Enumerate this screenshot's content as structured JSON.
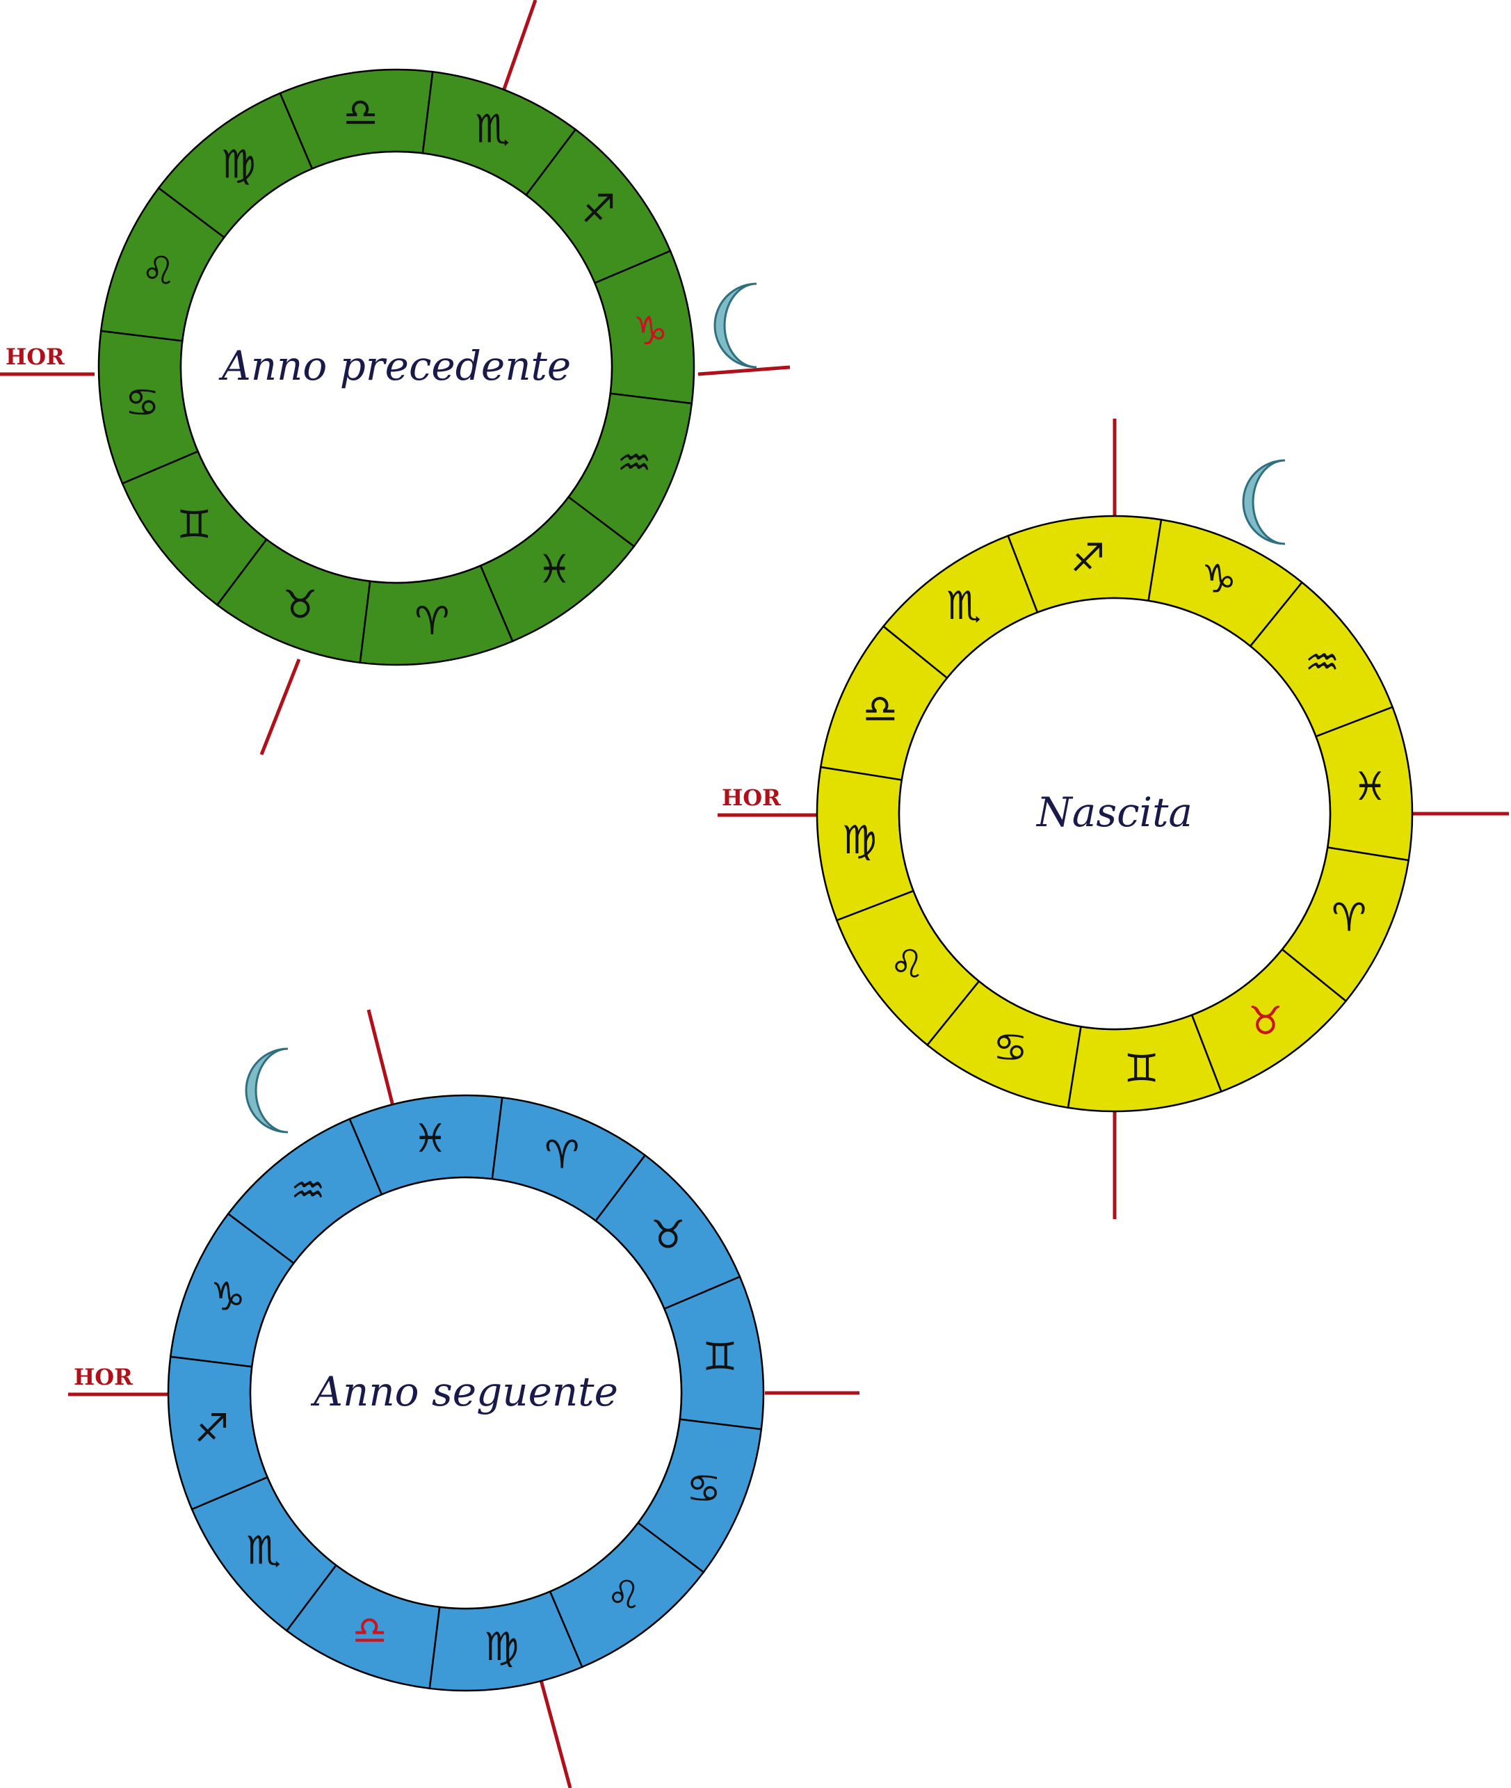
{
  "axis_label": "HOR",
  "colors": {
    "axis": "#b0101a",
    "highlight": "#c8141e",
    "glyph": "#111111",
    "moon_fill": "#7fbcc8",
    "moon_stroke": "#2f6f80",
    "center_text": "#1a1a4a"
  },
  "wheels": [
    {
      "id": "anno-precedente",
      "label": "Anno precedente",
      "fill": "#3f8f1f",
      "signs": [
        "♑",
        "♐",
        "♏",
        "♎",
        "♍",
        "♌",
        "♋",
        "♊",
        "♉",
        "♈",
        "♓",
        "♒"
      ],
      "highlight_sign": "♑",
      "moon_icon": "crescent-moon"
    },
    {
      "id": "nascita",
      "label": "Nascita",
      "fill": "#e3e000",
      "signs": [
        "♓",
        "♒",
        "♑",
        "♐",
        "♏",
        "♎",
        "♍",
        "♌",
        "♋",
        "♊",
        "♉",
        "♈"
      ],
      "highlight_sign": "♉",
      "moon_icon": "crescent-moon"
    },
    {
      "id": "anno-seguente",
      "label": "Anno seguente",
      "fill": "#3d9ad6",
      "signs": [
        "♊",
        "♉",
        "♈",
        "♓",
        "♒",
        "♑",
        "♐",
        "♏",
        "♎",
        "♍",
        "♌",
        "♋"
      ],
      "highlight_sign": "♎",
      "moon_icon": "crescent-moon"
    }
  ]
}
